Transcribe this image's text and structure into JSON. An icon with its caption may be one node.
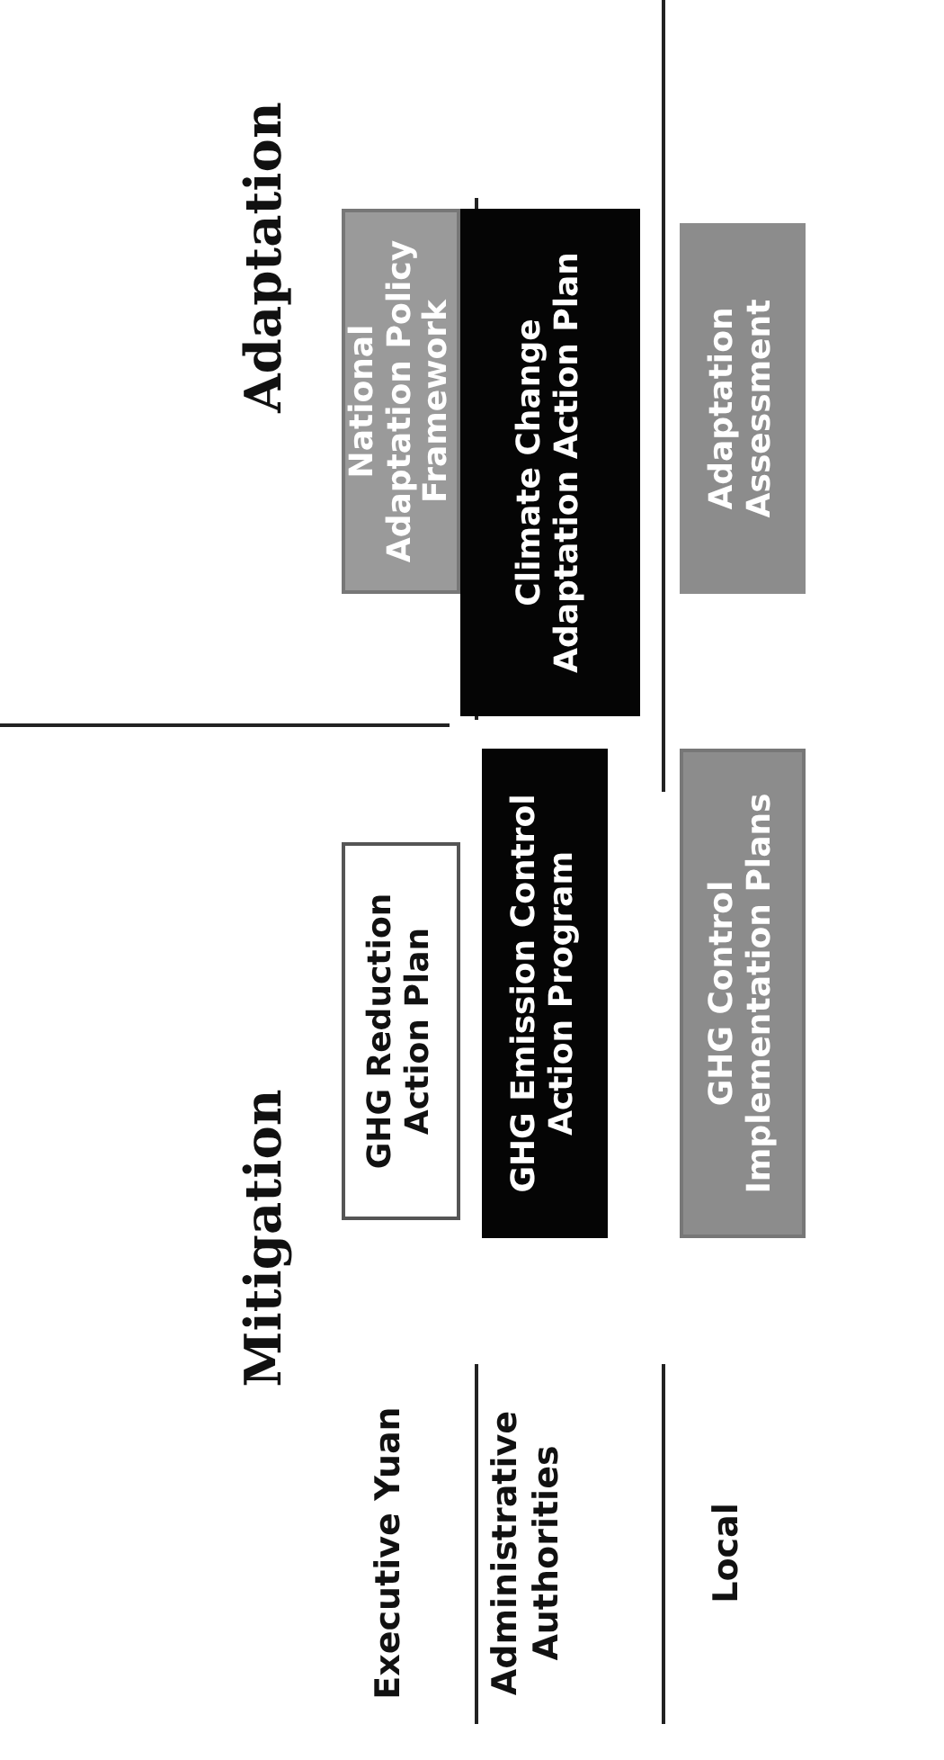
{
  "diagram": {
    "nodes": [
      {
        "text": [
          "GHG Reduction Action Plan"
        ]
      },
      {
        "text": [
          "National Adaptation Policy Framework"
        ]
      },
      {
        "text": [
          "GHG Emission Control Action Program"
        ]
      },
      {
        "text": [
          "Climate Change Adaptation Action Plan"
        ]
      },
      {
        "text": [
          "GHG Control Implementation Plans"
        ]
      },
      {
        "text": [
          "Adaptation Assessment"
        ]
      }
    ],
    "labels": [
      "Mitigation",
      "Adaptation",
      "Executive Yuan",
      "Administrative Authorities",
      "Local"
    ]
  }
}
